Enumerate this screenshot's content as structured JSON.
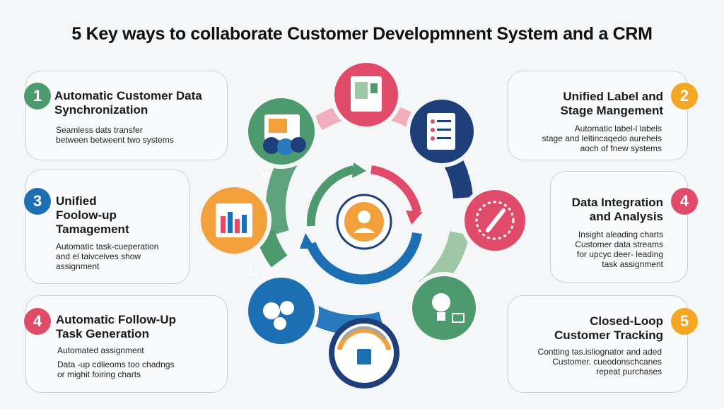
{
  "title": "5 Key ways to collaborate Customer Developmnent System and a CRM",
  "colors": {
    "green": "#4e9a6f",
    "orange": "#f2a03c",
    "blue": "#1d6fb4",
    "red": "#e04b6a",
    "yellow": "#f5a623",
    "navy": "#1f3f7a"
  },
  "cards": [
    {
      "badge": "1",
      "title_lines": [
        "Automatic Customer Data",
        "Synchronization"
      ],
      "text_lines": [
        "Seamless dats transfer",
        "between betweent two systems"
      ]
    },
    {
      "badge": "3",
      "title_lines": [
        "Unified",
        "Foolow-up",
        "Tamagement"
      ],
      "text_lines": [
        "Automatic task-cueperation",
        "and el taivceives show",
        "assignment"
      ]
    },
    {
      "badge": "4",
      "title_lines": [
        "Automatic Follow-Up",
        "Task Generation"
      ],
      "text_lines": [
        "Automated assignment",
        "",
        "Data -up cdlieoms too chadngs",
        "or mighit foiring charts"
      ]
    },
    {
      "badge": "2",
      "title_lines": [
        "Unified Label and",
        "Stage Mangement"
      ],
      "text_lines": [
        "Automatic label-l labels",
        "stage and leltincaqedo aurehels",
        "aoch of fnew systems"
      ]
    },
    {
      "badge": "4",
      "title_lines": [
        "Data Integration",
        "and Analysis"
      ],
      "text_lines": [
        "Insight aleading charts",
        "Customer data streams",
        "for upcyc deer- leading",
        "task assignment"
      ]
    },
    {
      "badge": "5",
      "title_lines": [
        "Closed-Loop",
        "Customer Tracking"
      ],
      "text_lines": [
        "Contting tas.isliognator and aded",
        "Customer. cueodonschcanes",
        "repeat purchases"
      ]
    }
  ],
  "icons": [
    "document-screen-icon",
    "checklist-icon",
    "report-icon",
    "pen-circle-icon",
    "bar-chart-icon",
    "lightbulb-icon",
    "team-gear-icon",
    "gauge-icon",
    "center-person-icon"
  ]
}
